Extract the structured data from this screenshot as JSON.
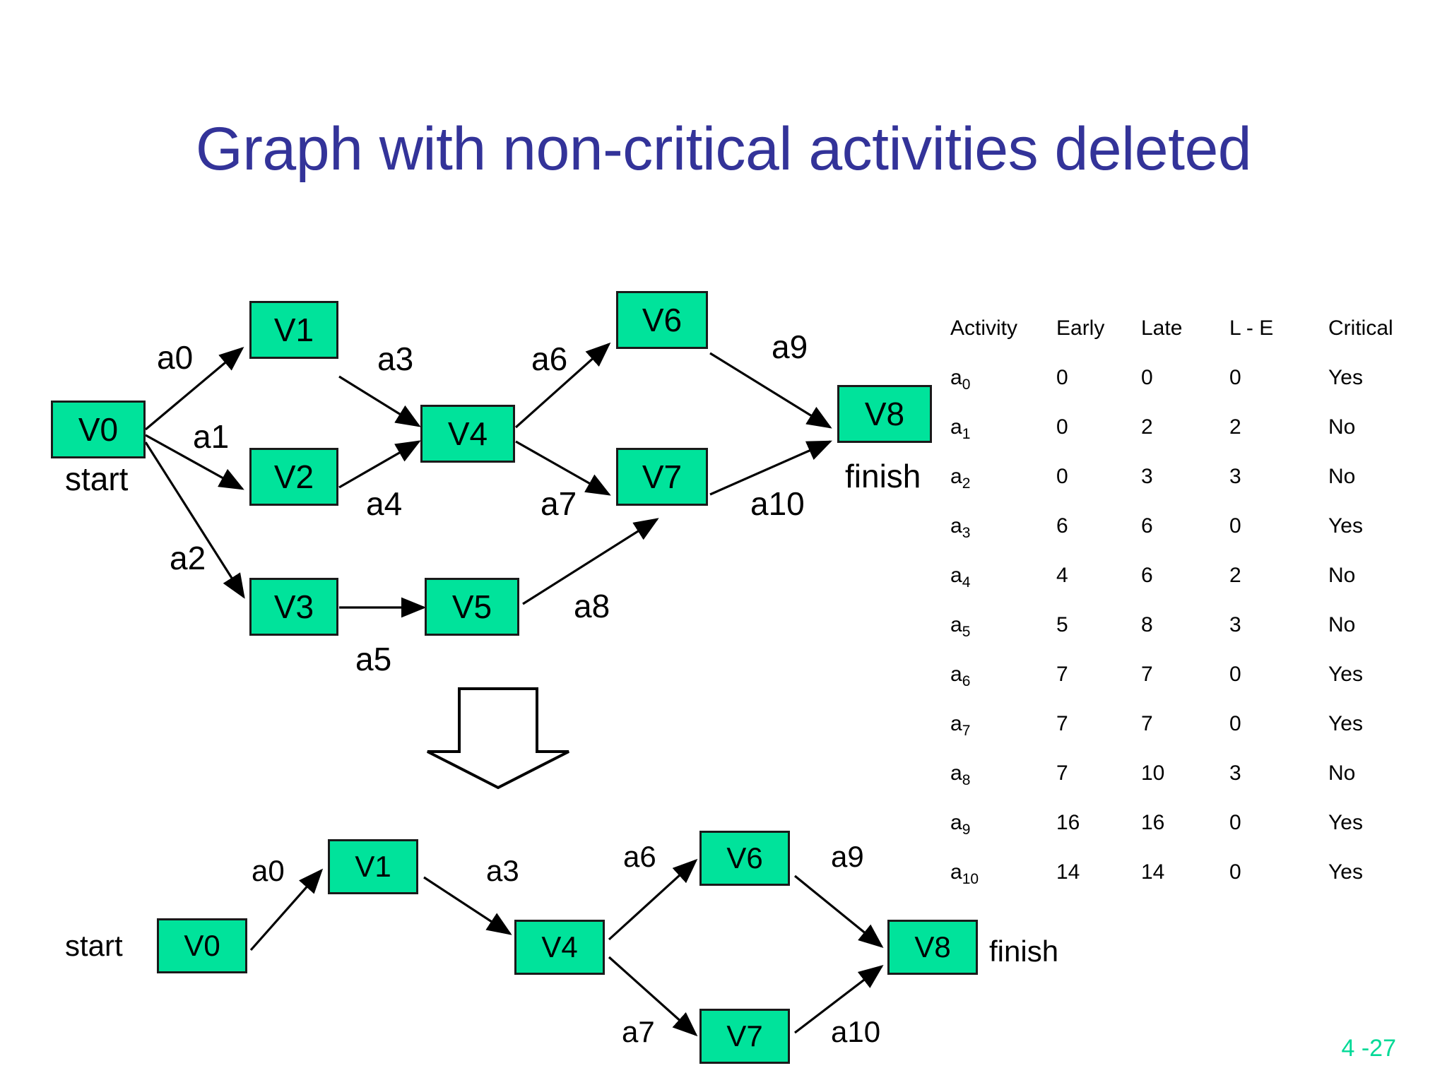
{
  "slide": {
    "title": "Graph with non-critical activities deleted",
    "title_color": "#333399",
    "page_number": "4 -27",
    "page_number_color": "#00D996",
    "node_fill": "#00E39B",
    "node_border": "#1a1a1a"
  },
  "upper_graph": {
    "caption_start": "start",
    "caption_finish": "finish",
    "nodes": [
      {
        "id": "V0",
        "label": "V0"
      },
      {
        "id": "V1",
        "label": "V1"
      },
      {
        "id": "V2",
        "label": "V2"
      },
      {
        "id": "V3",
        "label": "V3"
      },
      {
        "id": "V4",
        "label": "V4"
      },
      {
        "id": "V5",
        "label": "V5"
      },
      {
        "id": "V6",
        "label": "V6"
      },
      {
        "id": "V7",
        "label": "V7"
      },
      {
        "id": "V8",
        "label": "V8"
      }
    ],
    "edges": [
      {
        "label": "a0",
        "from": "V0",
        "to": "V1"
      },
      {
        "label": "a1",
        "from": "V0",
        "to": "V2"
      },
      {
        "label": "a2",
        "from": "V0",
        "to": "V3"
      },
      {
        "label": "a3",
        "from": "V1",
        "to": "V4"
      },
      {
        "label": "a4",
        "from": "V2",
        "to": "V4"
      },
      {
        "label": "a5",
        "from": "V3",
        "to": "V5"
      },
      {
        "label": "a6",
        "from": "V4",
        "to": "V6"
      },
      {
        "label": "a7",
        "from": "V4",
        "to": "V7"
      },
      {
        "label": "a8",
        "from": "V5",
        "to": "V7"
      },
      {
        "label": "a9",
        "from": "V6",
        "to": "V8"
      },
      {
        "label": "a10",
        "from": "V7",
        "to": "V8"
      }
    ]
  },
  "lower_graph": {
    "caption_start": "start",
    "caption_finish": "finish",
    "nodes": [
      {
        "id": "V0",
        "label": "V0"
      },
      {
        "id": "V1",
        "label": "V1"
      },
      {
        "id": "V4",
        "label": "V4"
      },
      {
        "id": "V6",
        "label": "V6"
      },
      {
        "id": "V7",
        "label": "V7"
      },
      {
        "id": "V8",
        "label": "V8"
      }
    ],
    "edges": [
      {
        "label": "a0",
        "from": "V0",
        "to": "V1"
      },
      {
        "label": "a3",
        "from": "V1",
        "to": "V4"
      },
      {
        "label": "a6",
        "from": "V4",
        "to": "V6"
      },
      {
        "label": "a7",
        "from": "V4",
        "to": "V7"
      },
      {
        "label": "a9",
        "from": "V6",
        "to": "V8"
      },
      {
        "label": "a10",
        "from": "V7",
        "to": "V8"
      }
    ]
  },
  "table": {
    "headers": [
      "Activity",
      "Early",
      "Late",
      "L - E",
      "Critical"
    ],
    "rows": [
      {
        "activity": "a",
        "sub": "0",
        "early": "0",
        "late": "0",
        "le": "0",
        "critical": "Yes"
      },
      {
        "activity": "a",
        "sub": "1",
        "early": "0",
        "late": "2",
        "le": "2",
        "critical": "No"
      },
      {
        "activity": "a",
        "sub": "2",
        "early": "0",
        "late": "3",
        "le": "3",
        "critical": "No"
      },
      {
        "activity": "a",
        "sub": "3",
        "early": "6",
        "late": "6",
        "le": "0",
        "critical": "Yes"
      },
      {
        "activity": "a",
        "sub": "4",
        "early": "4",
        "late": "6",
        "le": "2",
        "critical": "No"
      },
      {
        "activity": "a",
        "sub": "5",
        "early": "5",
        "late": "8",
        "le": "3",
        "critical": "No"
      },
      {
        "activity": "a",
        "sub": "6",
        "early": "7",
        "late": "7",
        "le": "0",
        "critical": "Yes"
      },
      {
        "activity": "a",
        "sub": "7",
        "early": "7",
        "late": "7",
        "le": "0",
        "critical": "Yes"
      },
      {
        "activity": "a",
        "sub": "8",
        "early": "7",
        "late": "10",
        "le": "3",
        "critical": "No"
      },
      {
        "activity": "a",
        "sub": "9",
        "early": "16",
        "late": "16",
        "le": "0",
        "critical": "Yes"
      },
      {
        "activity": "a",
        "sub": "10",
        "early": "14",
        "late": "14",
        "le": "0",
        "critical": "Yes"
      }
    ]
  },
  "transform_arrow": {
    "direction": "down"
  }
}
